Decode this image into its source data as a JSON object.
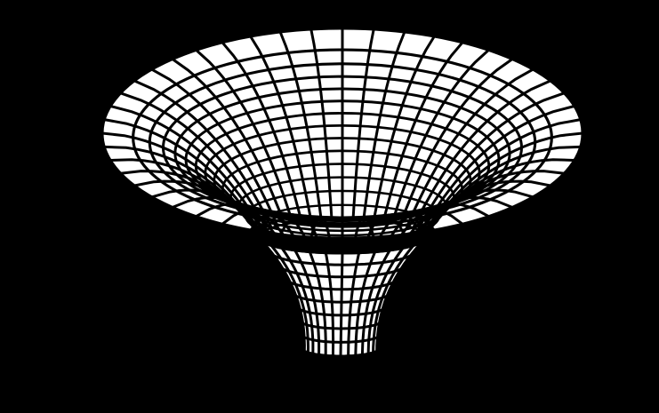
{
  "diagram": {
    "subject": "funnel-shaped-wireframe-surface",
    "colors": {
      "background": "#000000",
      "surface": "#ffffff",
      "grid_line": "#000000"
    },
    "mesh": {
      "meridian_count": 48,
      "ring_count": 14
    }
  }
}
